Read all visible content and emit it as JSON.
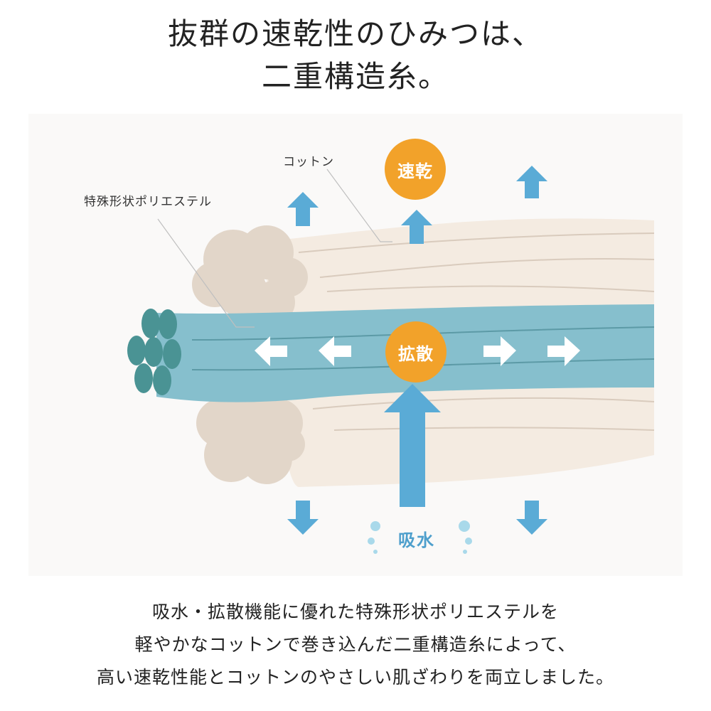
{
  "title": {
    "line1": "抜群の速乾性のひみつは、",
    "line2": "二重構造糸。"
  },
  "diagram": {
    "label_polyester": "特殊形状ポリエステル",
    "label_cotton": "コットン",
    "badge_quick_dry": "速乾",
    "badge_diffusion": "拡散",
    "label_absorb": "吸水",
    "colors": {
      "cotton": "#f4ebe1",
      "cotton_line": "#d9cbbd",
      "cotton_puff": "#e2d6c9",
      "polyester": "#86bfcd",
      "polyester_line": "#5c9aa6",
      "fiber_ends": "#4a9394",
      "arrow_blue": "#5aabd6",
      "badge_orange": "#f2a22a"
    },
    "icons": [
      "up-arrow-icon",
      "down-arrow-icon",
      "left-arrow-icon",
      "right-arrow-icon",
      "water-drop-icon"
    ]
  },
  "description": {
    "line1": "吸水・拡散機能に優れた特殊形状ポリエステルを",
    "line2": "軽やかなコットンで巻き込んだ二重構造糸によって、",
    "line3": "高い速乾性能とコットンのやさしい肌ざわりを両立しました。"
  }
}
